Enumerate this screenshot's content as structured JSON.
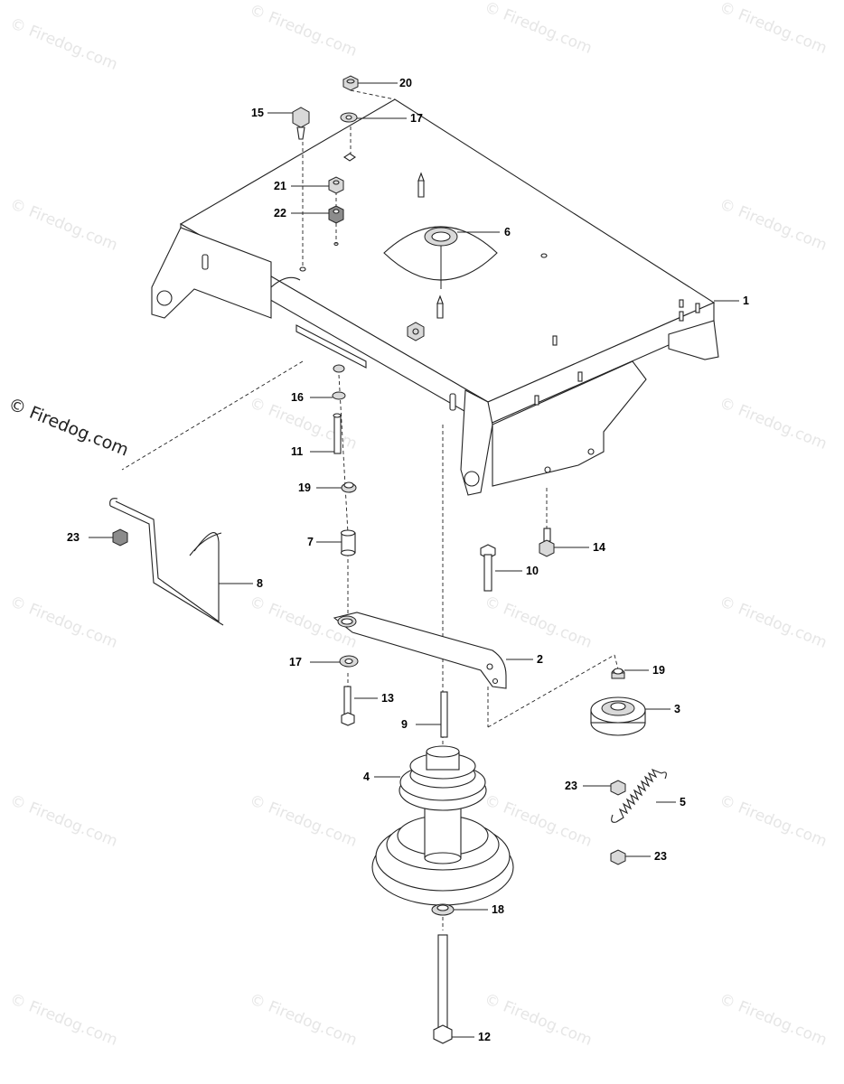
{
  "watermark": {
    "text": "© Firedog.com",
    "primary_text": "© Firedog.com"
  },
  "callouts": [
    {
      "label": "20"
    },
    {
      "label": "15"
    },
    {
      "label": "17"
    },
    {
      "label": "21"
    },
    {
      "label": "22"
    },
    {
      "label": "6"
    },
    {
      "label": "1"
    },
    {
      "label": "16"
    },
    {
      "label": "11"
    },
    {
      "label": "19"
    },
    {
      "label": "23"
    },
    {
      "label": "7"
    },
    {
      "label": "14"
    },
    {
      "label": "10"
    },
    {
      "label": "8"
    },
    {
      "label": "2"
    },
    {
      "label": "17"
    },
    {
      "label": "19"
    },
    {
      "label": "13"
    },
    {
      "label": "3"
    },
    {
      "label": "9"
    },
    {
      "label": "4"
    },
    {
      "label": "23"
    },
    {
      "label": "5"
    },
    {
      "label": "23"
    },
    {
      "label": "18"
    },
    {
      "label": "12"
    }
  ],
  "colors": {
    "line": "#222222",
    "watermark": "#e6e6e6",
    "background": "#ffffff"
  }
}
